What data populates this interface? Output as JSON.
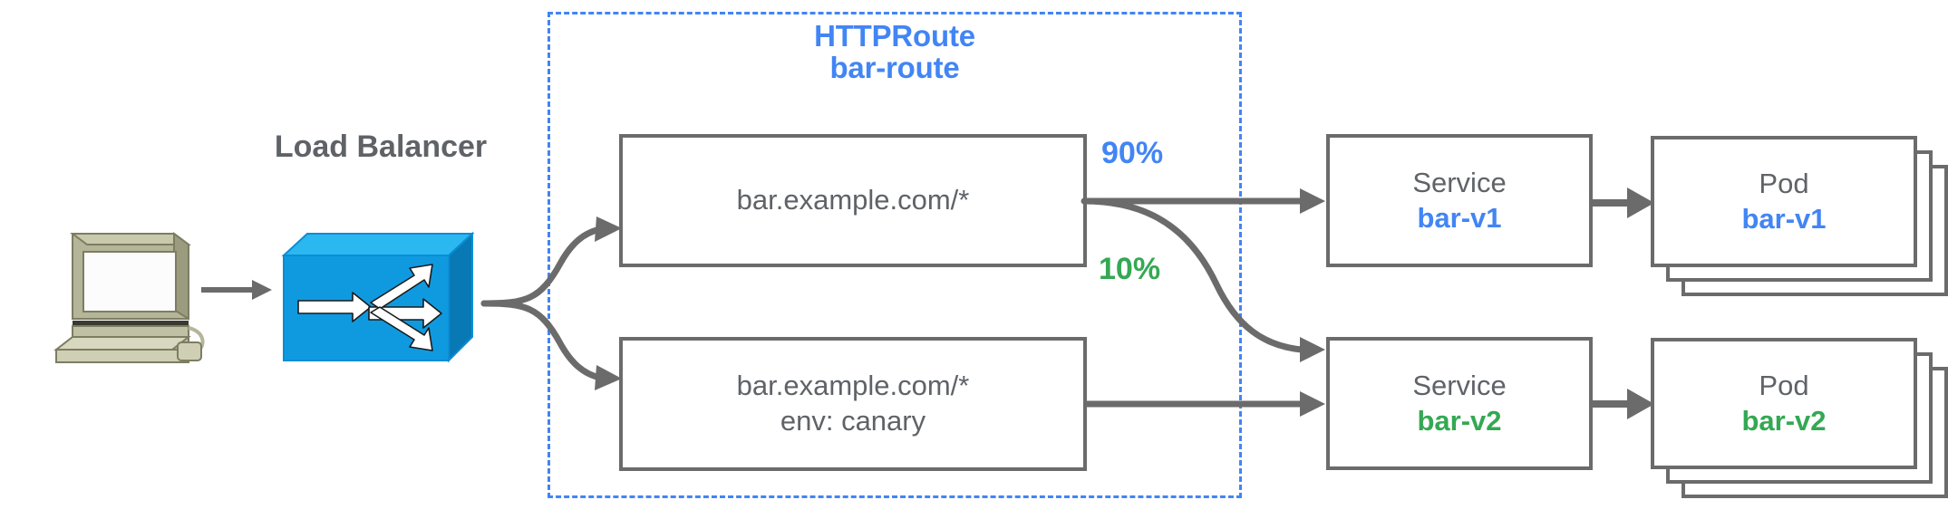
{
  "diagram": {
    "title_visible": false,
    "client": {
      "icon": "desktop-computer-icon"
    },
    "load_balancer": {
      "label": "Load Balancer",
      "icon": "load-balancer-switch-icon",
      "color": "#0f9ae0"
    },
    "http_route": {
      "kind": "HTTPRoute",
      "name": "bar-route",
      "color": "#4285f4",
      "border_style": "dashed"
    },
    "matches": [
      {
        "lines": [
          "bar.example.com/*"
        ]
      },
      {
        "lines": [
          "bar.example.com/*",
          "env: canary"
        ]
      }
    ],
    "weights": [
      {
        "value": "90%",
        "color": "#4285f4"
      },
      {
        "value": "10%",
        "color": "#34a853"
      }
    ],
    "backends": [
      {
        "service": {
          "kind": "Service",
          "name": "bar-v1",
          "color": "#4285f4"
        },
        "pod": {
          "kind": "Pod",
          "name": "bar-v1",
          "color": "#4285f4",
          "replicas": 3
        }
      },
      {
        "service": {
          "kind": "Service",
          "name": "bar-v2",
          "color": "#34a853"
        },
        "pod": {
          "kind": "Pod",
          "name": "bar-v2",
          "color": "#34a853",
          "replicas": 3
        }
      }
    ],
    "colors": {
      "stroke": "#6b6b6b",
      "text": "#5f6368",
      "blue": "#4285f4",
      "green": "#34a853",
      "lb_blue": "#0f9ae0",
      "computer_beige": "#b5b593"
    }
  }
}
